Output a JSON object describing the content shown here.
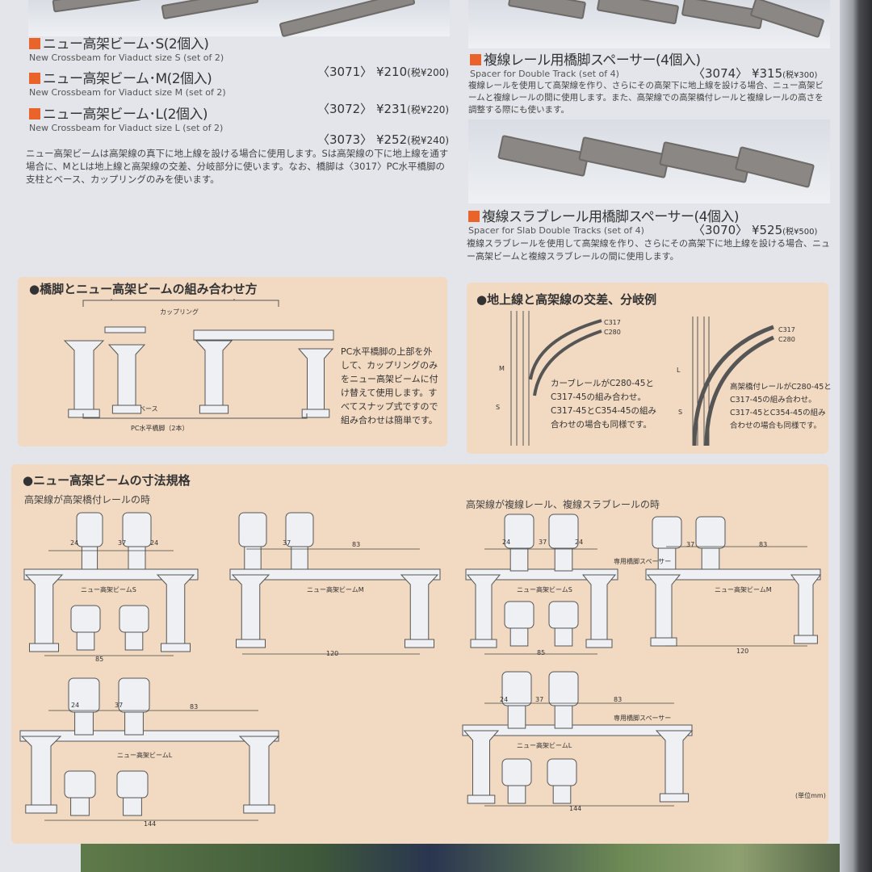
{
  "products": [
    {
      "jp": "ニュー高架ビーム･S(2個入)",
      "en": "New Crossbeam for Viaduct size S (set of 2)",
      "code": "〈3071〉",
      "price": "¥210",
      "base_price": "¥200"
    },
    {
      "jp": "ニュー高架ビーム･M(2個入)",
      "en": "New Crossbeam for Viaduct size M (set of 2)",
      "code": "〈3072〉",
      "price": "¥231",
      "base_price": "¥220"
    },
    {
      "jp": "ニュー高架ビーム･L(2個入)",
      "en": "New Crossbeam for Viaduct size L (set of 2)",
      "code": "〈3073〉",
      "price": "¥252",
      "base_price": "¥240"
    },
    {
      "jp": "複線レール用橋脚スペーサー(4個入)",
      "en": "Spacer for Double Track (set of 4)",
      "code": "〈3074〉",
      "price": "¥315",
      "base_price": "¥300"
    },
    {
      "jp": "複線スラブレール用橋脚スペーサー(4個入)",
      "en": "Spacer for Slab Double Tracks (set of 4)",
      "code": "〈3070〉",
      "price": "¥525",
      "base_price": "¥500"
    }
  ],
  "desc_beam": "ニュー高架ビームは高架線の真下に地上線を設ける場合に使用します。Sは高架線の下に地上線を通す場合に、MとLは地上線と高架線の交差、分岐部分に使います。なお、橋脚は〈3017〉PC水平橋脚の支柱とベース、カップリングのみを使います。",
  "desc_spacer": "複線レールを使用して高架線を作り、さらにその高架下に地上線を設ける場合、ニュー高架ビームと複線レールの間に使用します。また、高架線での高架橋付レールと複線レールの高さを調整する際にも使います。",
  "desc_slab": "複線スラブレールを使用して高架線を作り、さらにその高架下に地上線を設ける場合、ニュー高架ビームと複線スラブレールの間に使用します。",
  "combo": {
    "title": "●橋脚とニュー高架ビームの組み合わせ方",
    "coupling": "カップリング",
    "base": "ベース",
    "pier": "PC水平橋脚（2本）",
    "note": "PC水平橋脚の上部を外\nして、カップリングのみ\nをニュー高架ビームに付\nけ替えて使用します。す\nべてスナップ式ですので\n組み合わせは簡単です。"
  },
  "cross": {
    "title": "●地上線と高架線の交差、分岐例",
    "c317": "C317",
    "c280": "C280",
    "m": "M",
    "s": "S",
    "l": "L",
    "note1": "カーブレールがC280-45と\nC317-45の組み合わせ。\nC317-45とC354-45の組み\n合わせの場合も同様です。",
    "note2": "高架橋付レールがC280-45と\nC317-45の組み合わせ。\nC317-45とC354-45の組み\n合わせの場合も同様です。"
  },
  "dims": {
    "title": "●ニュー高架ビームの寸法規格",
    "sub1": "高架線が高架橋付レールの時",
    "sub2": "高架線が複線レール、複線スラブレールの時",
    "beam_s": "ニュー高架ビームS",
    "beam_m": "ニュー高架ビームM",
    "beam_l": "ニュー高架ビームL",
    "spacer": "専用橋脚スペーサー",
    "unit": "(単位mm)",
    "d24": "24",
    "d37": "37",
    "d83": "83",
    "d85": "85",
    "d120": "120",
    "d144": "144"
  },
  "colors": {
    "accent": "#e8642a",
    "panel": "#f2d9c1"
  }
}
